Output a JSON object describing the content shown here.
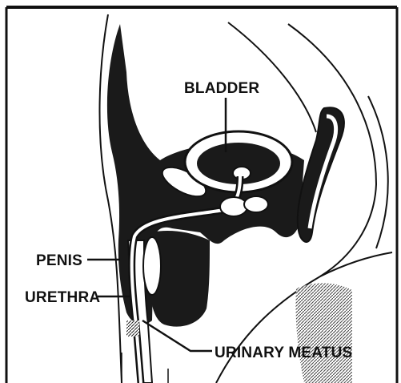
{
  "labels": {
    "bladder": "BLADDER",
    "penis": "PENIS",
    "urethra": "URETHRA",
    "urinary_meatus": "URINARY MEATUS"
  },
  "colors": {
    "ink": "#111111",
    "paper": "#ffffff",
    "shade": "#1a1a1a"
  }
}
